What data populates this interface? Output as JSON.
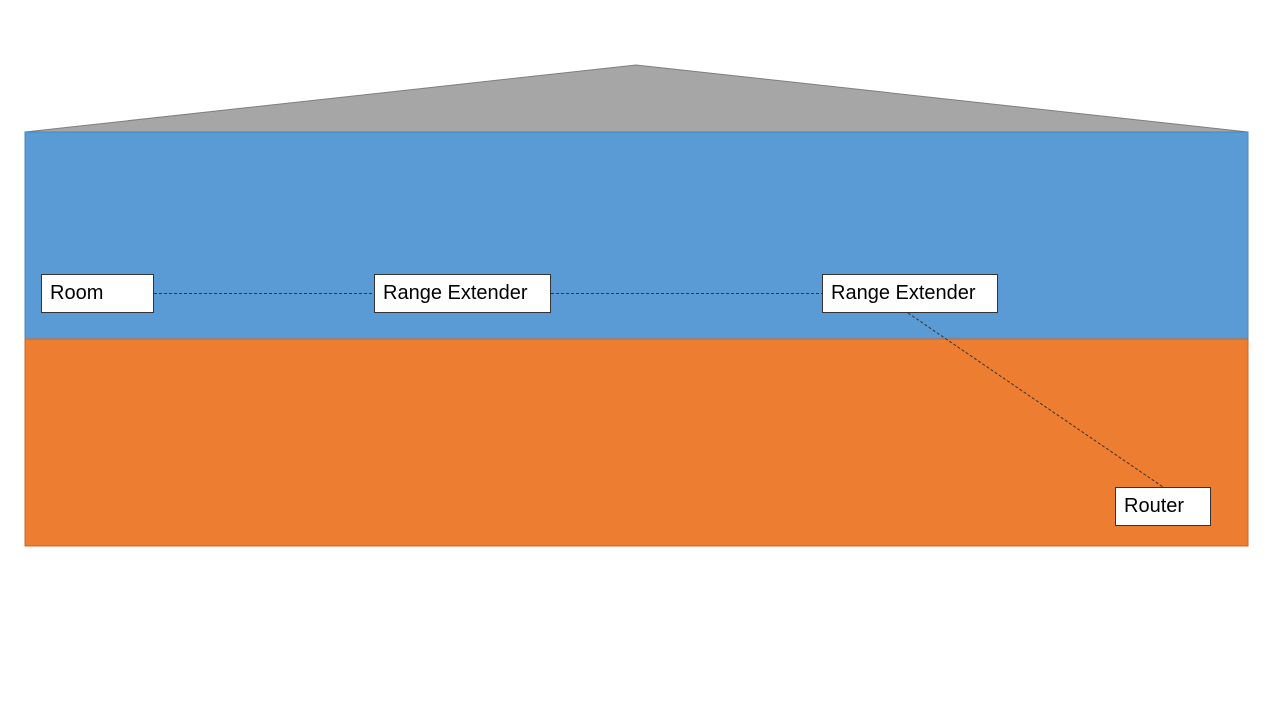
{
  "diagram": {
    "colors": {
      "roof": "#a6a6a6",
      "upper_floor": "#5b9bd5",
      "lower_floor": "#ed7d31",
      "box_fill": "#ffffff",
      "box_border": "#333333",
      "connector": "#333333",
      "background": "#ffffff"
    },
    "nodes": {
      "room": {
        "label": "Room"
      },
      "extender_1": {
        "label": "Range Extender"
      },
      "extender_2": {
        "label": "Range Extender"
      },
      "router": {
        "label": "Router"
      }
    },
    "connections": [
      {
        "from": "room",
        "to": "extender_1",
        "style": "dashed"
      },
      {
        "from": "extender_1",
        "to": "extender_2",
        "style": "dashed"
      },
      {
        "from": "extender_2",
        "to": "router",
        "style": "dashed"
      }
    ]
  }
}
